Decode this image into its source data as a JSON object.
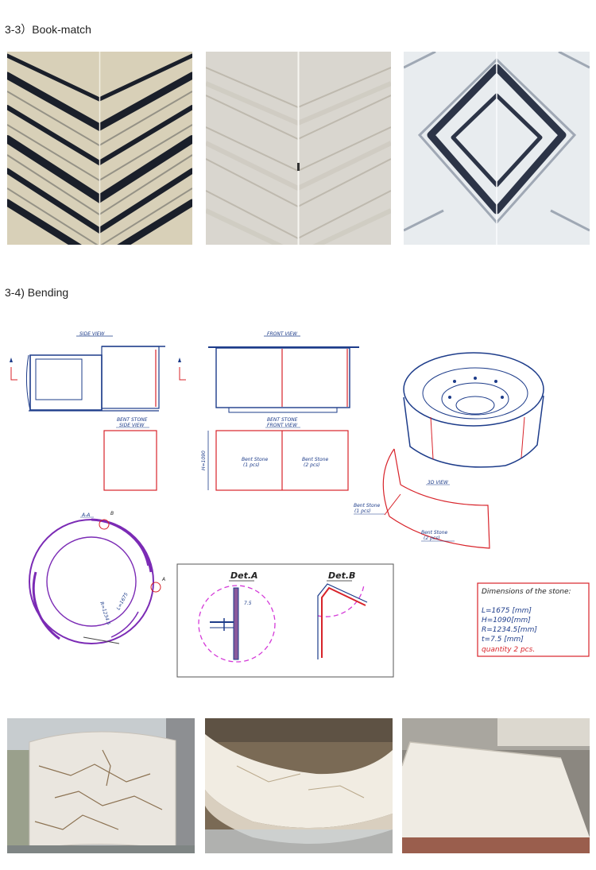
{
  "sections": {
    "bookmatch": {
      "heading": "3-3）Book-match"
    },
    "bending": {
      "heading": "3-4) Bending"
    }
  },
  "drawing": {
    "side_view": "SIDE VIEW",
    "front_view": "FRONT VIEW",
    "bent_stone_side_view": [
      "BENT STONE",
      "SIDE VIEW"
    ],
    "bent_stone_front_view": [
      "BENT STONE",
      "FRONT VIEW"
    ],
    "bent_stone_1": [
      "Bent Stone",
      "(1 pcs)"
    ],
    "bent_stone_2": [
      "Bent Stone",
      "(2 pcs)"
    ],
    "height_dim": "H=1090",
    "view_3d": "3D VIEW",
    "bent_stone_3d_1": [
      "Bent Stone",
      "(1 pcs)"
    ],
    "bent_stone_3d_2": [
      "Bent Stone",
      "(2 pcs)"
    ],
    "section_label": "A-A",
    "marker_a": "A",
    "marker_b": "B",
    "r_dim": "R=1234.5",
    "l_dim": "L=1675",
    "det_a": "Det.A",
    "det_b": "Det.B",
    "thickness": "7.5",
    "spec_title": "Dimensions of the stone:",
    "spec_lines": [
      "L=1675 [mm]",
      "H=1090[mm]",
      "R=1234.5[mm]",
      "t=7.5 [mm]"
    ],
    "spec_quantity": "quantity 2 pcs."
  },
  "colors": {
    "cad_blue": "#1d3c8a",
    "cad_red": "#d8232a",
    "cad_purple": "#7b2bb5",
    "cad_magenta": "#d43ad8"
  }
}
